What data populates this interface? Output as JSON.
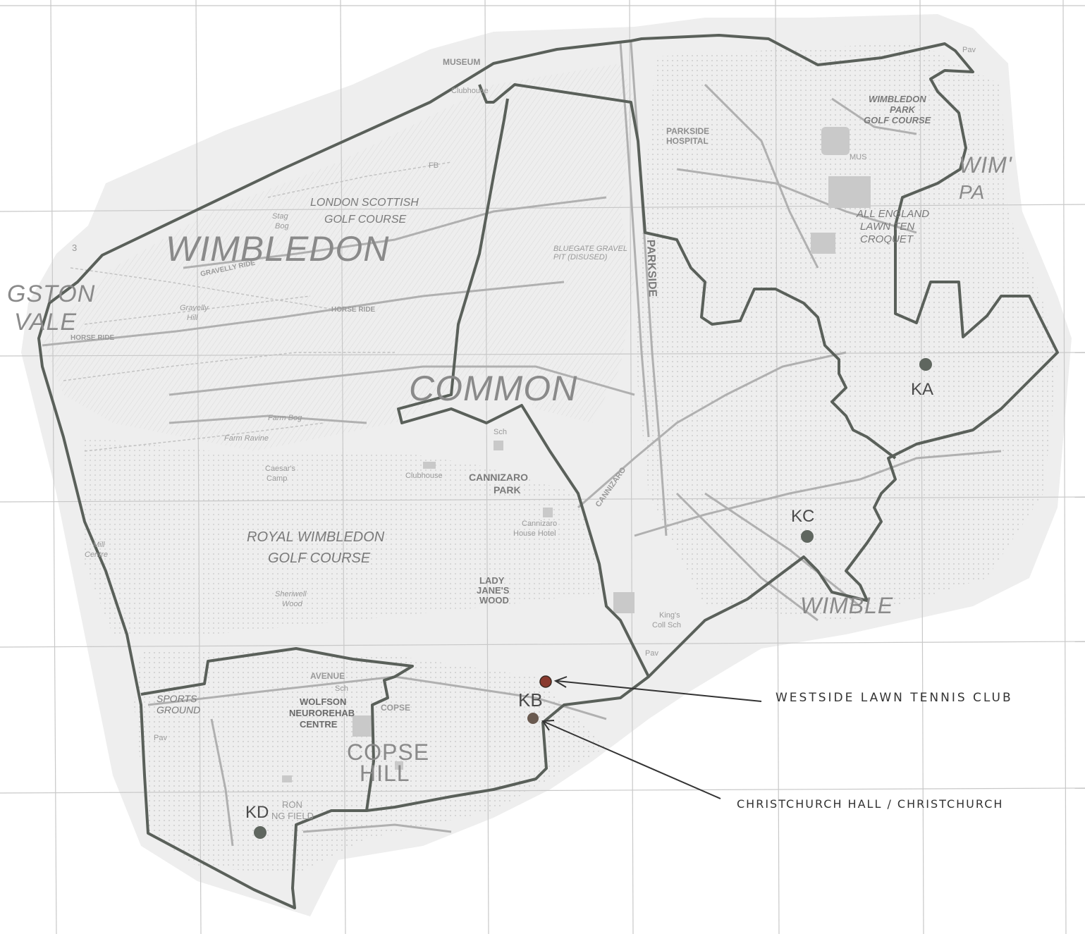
{
  "map": {
    "large_labels": {
      "wimbledon": "WIMBLEDON",
      "common": "COMMON",
      "kingston": "GSTON",
      "vale": "VALE",
      "copse": "COPSE",
      "hill": "HILL",
      "wimble": "WIMBLE",
      "wim": "WIM'",
      "pa": "PA"
    },
    "area_labels": {
      "london_scottish_1": "LONDON SCOTTISH",
      "london_scottish_2": "GOLF COURSE",
      "royal_1": "ROYAL WIMBLEDON",
      "royal_2": "GOLF COURSE",
      "cannizaro_1": "CANNIZARO",
      "cannizaro_2": "PARK",
      "lady_1": "LADY",
      "lady_2": "JANE'S",
      "lady_3": "WOOD",
      "wimbledon_park_1": "WIMBLEDON",
      "wimbledon_park_2": "PARK",
      "wimbledon_park_3": "GOLF COURSE",
      "all_england_1": "ALL ENGLAND",
      "all_england_2": "LAWN TEN",
      "all_england_3": "CROQUET",
      "parkside_road": "PARKSIDE",
      "sports_ground_1": "SPORTS",
      "sports_ground_2": "GROUND"
    },
    "small_labels": {
      "parkside_hospital_1": "PARKSIDE",
      "parkside_hospital_2": "HOSPITAL",
      "wolfson_1": "WOLFSON",
      "wolfson_2": "NEUROREHAB",
      "wolfson_3": "CENTRE",
      "museum": "MUSEUM",
      "clubhouse_1": "Clubhouse",
      "clubhouse_2": "Clubhouse",
      "sch_1": "Sch",
      "sch_2": "Sch",
      "cannizaro_house": "Cannizaro",
      "cannizaro_house_2": "House Hotel",
      "caesars_camp": "Caesar's",
      "caesars_camp_2": "Camp",
      "gravelly_hill": "Gravelly",
      "gravelly_hill_2": "Hill",
      "farm_bog": "Farm Bog",
      "farm_ravine": "Farm Ravine",
      "stag_bog": "Stag",
      "stag_bog_2": "Bog",
      "kings_coll": "King's",
      "kings_coll_2": "Coll Sch",
      "sheriwell_wood": "Sheriwell",
      "sheriwell_wood_2": "Wood",
      "horse_ride_1": "HORSE RIDE",
      "horse_ride_2": "HORSE RIDE",
      "gravelly_ride": "GRAVELLY RIDE",
      "avenue": "AVENUE",
      "copse_road": "COPSE",
      "cannizaro_road": "CANNIZARO",
      "pav_1": "Pav",
      "pav_2": "Pav",
      "pav_3": "Pav",
      "bluegate": "BLUEGATE GRAVEL",
      "bluegate_2": "PIT (DISUSED)",
      "mus": "MUS",
      "fb": "FB",
      "ron_1": "RON",
      "ron_2": "NG FIELD",
      "mill_centre": "Mill",
      "mill_centre_2": "Centre",
      "three": "3"
    },
    "polling_districts": [
      {
        "code": "KA"
      },
      {
        "code": "KB"
      },
      {
        "code": "KC"
      },
      {
        "code": "KD"
      }
    ],
    "annotations": [
      {
        "text": "WESTSIDE LAWN TENNIS CLUB"
      },
      {
        "text": "CHRISTCHURCH HALL / CHRISTCHURCH"
      }
    ]
  },
  "colors": {
    "boundary": "#555b55",
    "grid": "#cfcfcf",
    "grid_dotted": "#b4b4b4",
    "road": "#a8a8a8",
    "fill": "#e8e8e8",
    "marker": "#5f665f",
    "marker_red": "#8a3a2e",
    "hand": "#333333"
  }
}
